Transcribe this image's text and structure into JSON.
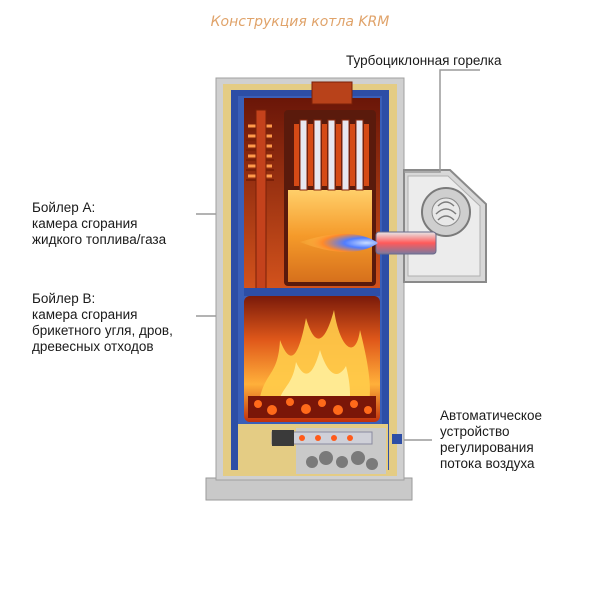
{
  "title": "Конструкция котла KRM",
  "labels": {
    "burner": "Турбоциклонная горелка",
    "boiler_a": [
      "Бойлер A:",
      "камера сгорания",
      "жидкого топлива/газа"
    ],
    "boiler_b": [
      "Бойлер B:",
      "камера  сгорания",
      "брикетного угля, дров,",
      "древесных отходов"
    ],
    "air_regulator": [
      "Автоматическое",
      "устройство",
      "регулирования",
      "потока воздуха"
    ]
  },
  "colors": {
    "casing": "#c8c8c8",
    "insulation": "#e6cc82",
    "water_jacket": "#2a4aa0",
    "heat_exchanger": "#b8502a",
    "flame": "#ff8c1a",
    "title": "#e0a36a"
  }
}
